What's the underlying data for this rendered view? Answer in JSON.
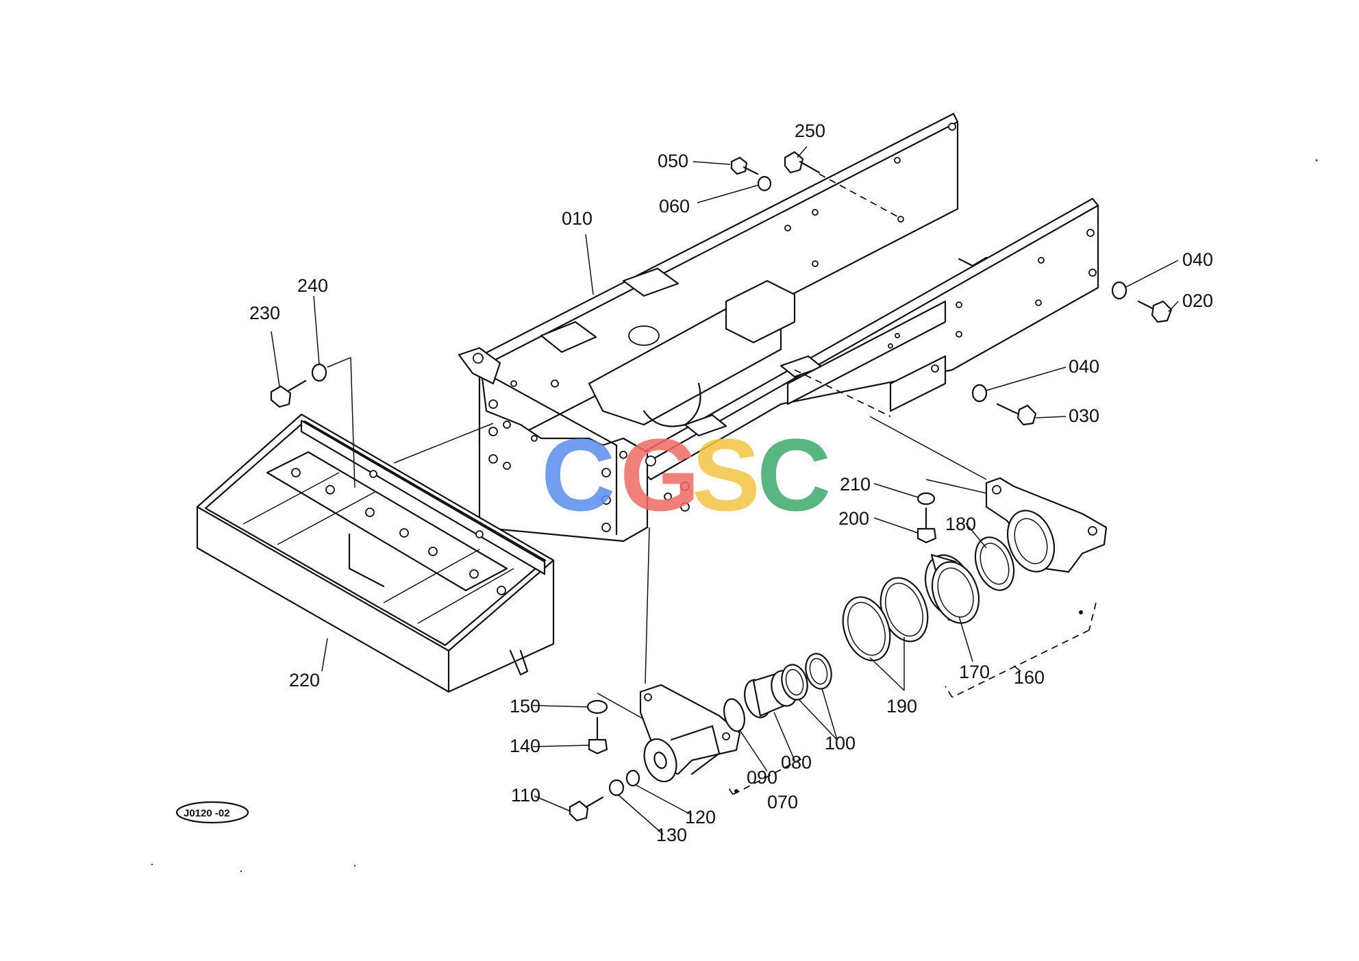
{
  "diagram_id": "J0120 -02",
  "watermark": {
    "letters": [
      {
        "char": "C",
        "color": "#5b8def"
      },
      {
        "char": "G",
        "color": "#ef6b63"
      },
      {
        "char": "S",
        "color": "#f4c542"
      },
      {
        "char": "C",
        "color": "#3daa6b"
      }
    ]
  },
  "part_labels": {
    "p010": "010",
    "p020": "020",
    "p030": "030",
    "p040a": "040",
    "p040b": "040",
    "p050": "050",
    "p060": "060",
    "p070": "070",
    "p080": "080",
    "p090": "090",
    "p100": "100",
    "p110": "110",
    "p120": "120",
    "p130": "130",
    "p140": "140",
    "p150": "150",
    "p160": "160",
    "p170": "170",
    "p180": "180",
    "p190": "190",
    "p200": "200",
    "p210": "210",
    "p220": "220",
    "p230": "230",
    "p240": "240",
    "p250": "250"
  }
}
